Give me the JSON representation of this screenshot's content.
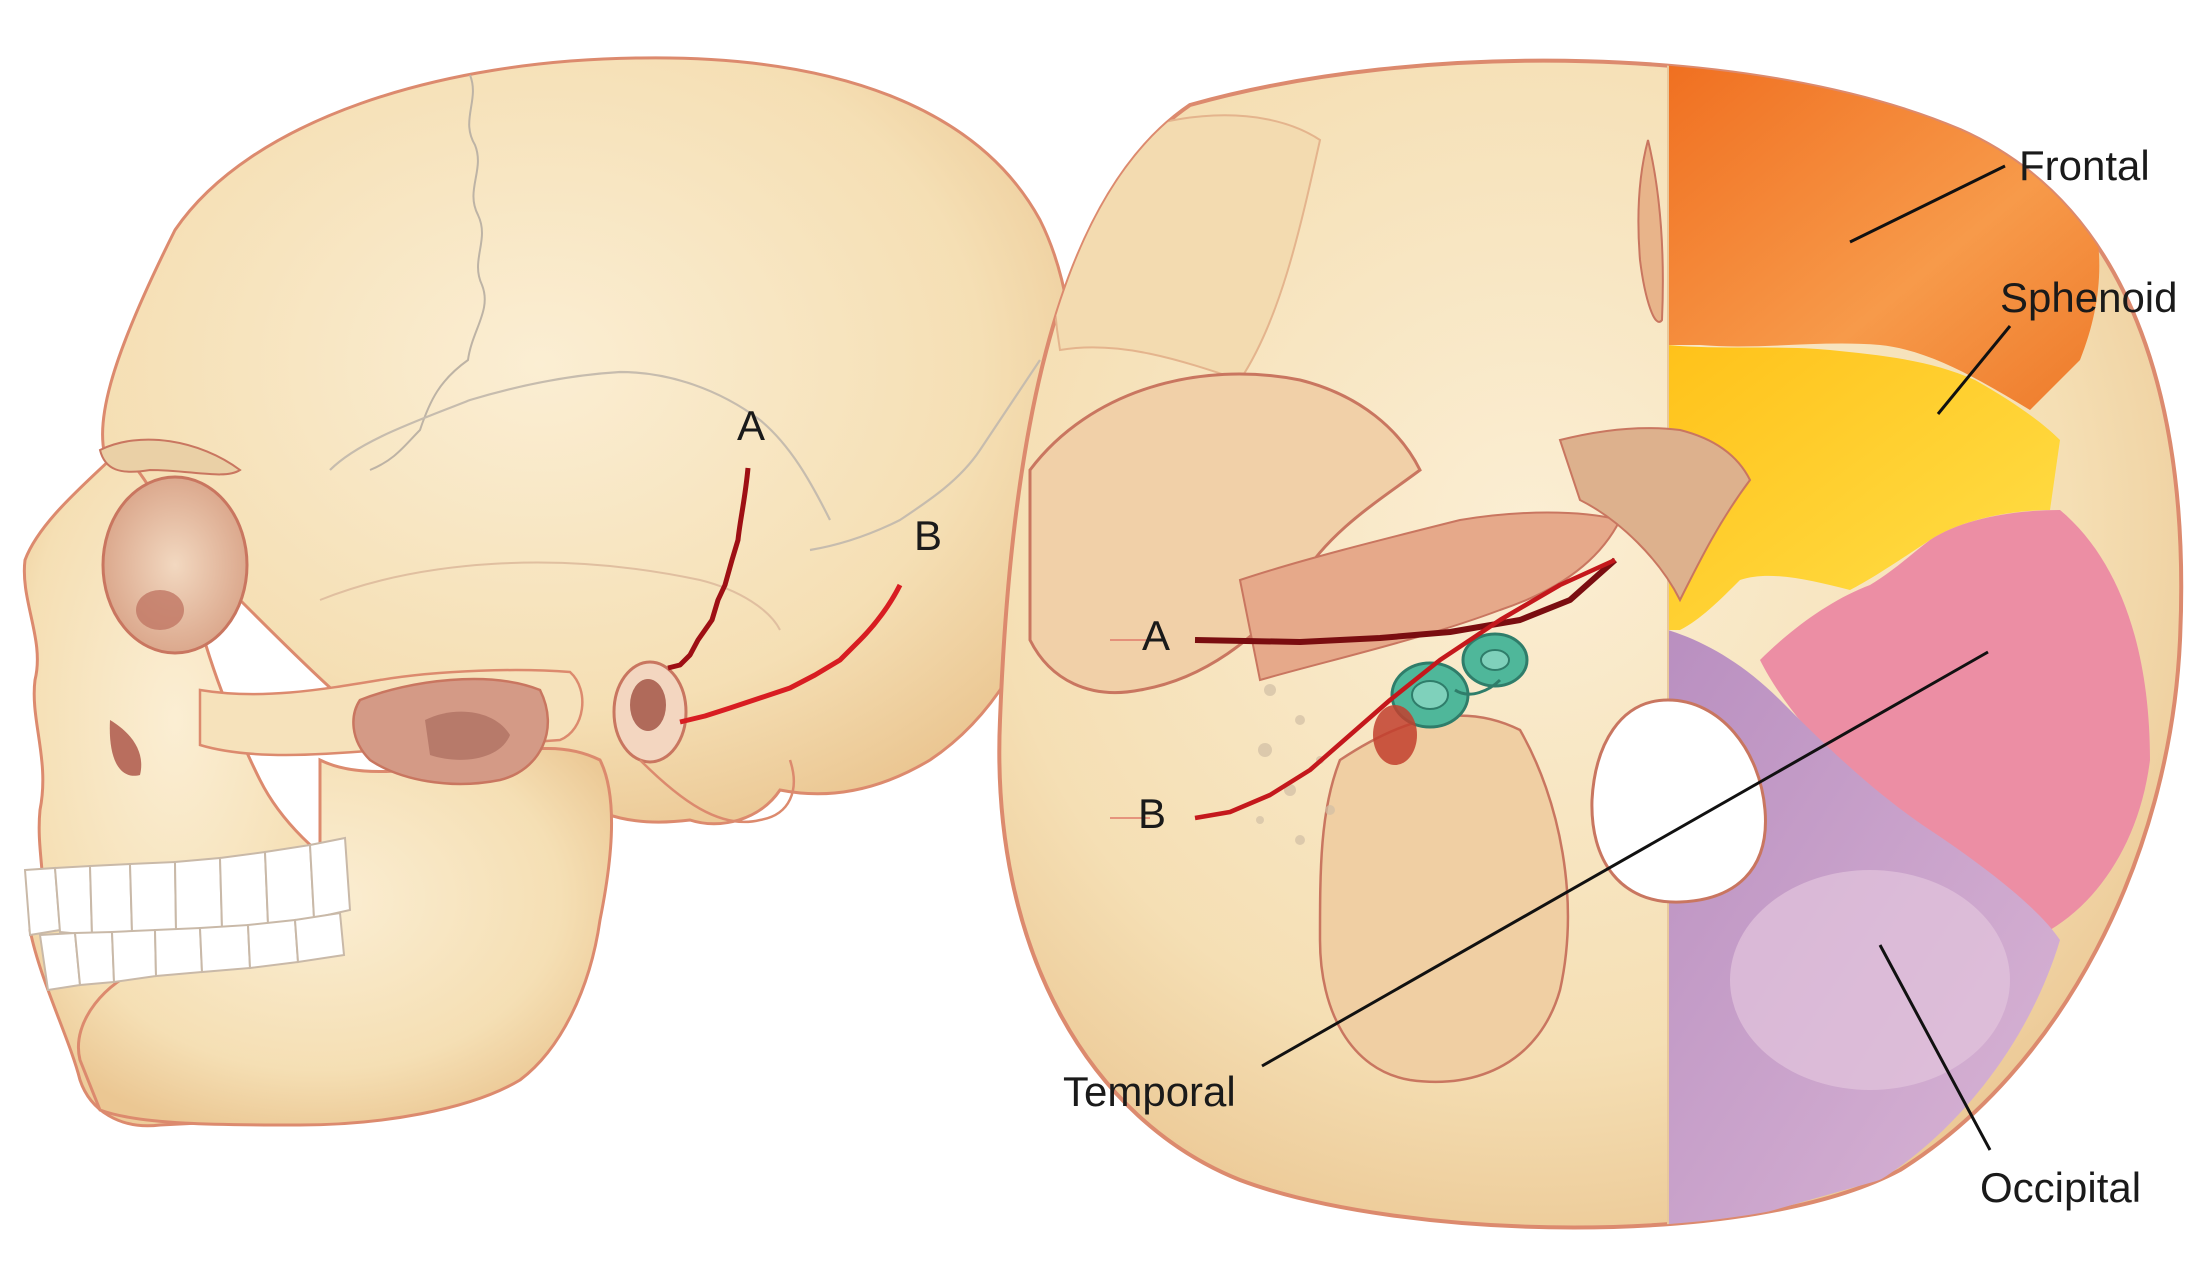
{
  "figure": {
    "lateral_view": {
      "labels": {
        "a": "A",
        "b": "B"
      }
    },
    "base_view": {
      "labels": {
        "a": "A",
        "b": "B",
        "frontal": "Frontal",
        "sphenoid": "Sphenoid",
        "temporal": "Temporal",
        "occipital": "Occipital"
      }
    }
  },
  "colors": {
    "bone": "#f5dfb4",
    "bone_shadow": "#e9c493",
    "outline": "#d9826a",
    "fracture": "#b8141a",
    "frontal": "#f07f2c",
    "sphenoid": "#ffd21f",
    "occipital": "#cfa3c9",
    "parietal_pink": "#ec8ea4",
    "inner_ear": "#4fb79a"
  }
}
